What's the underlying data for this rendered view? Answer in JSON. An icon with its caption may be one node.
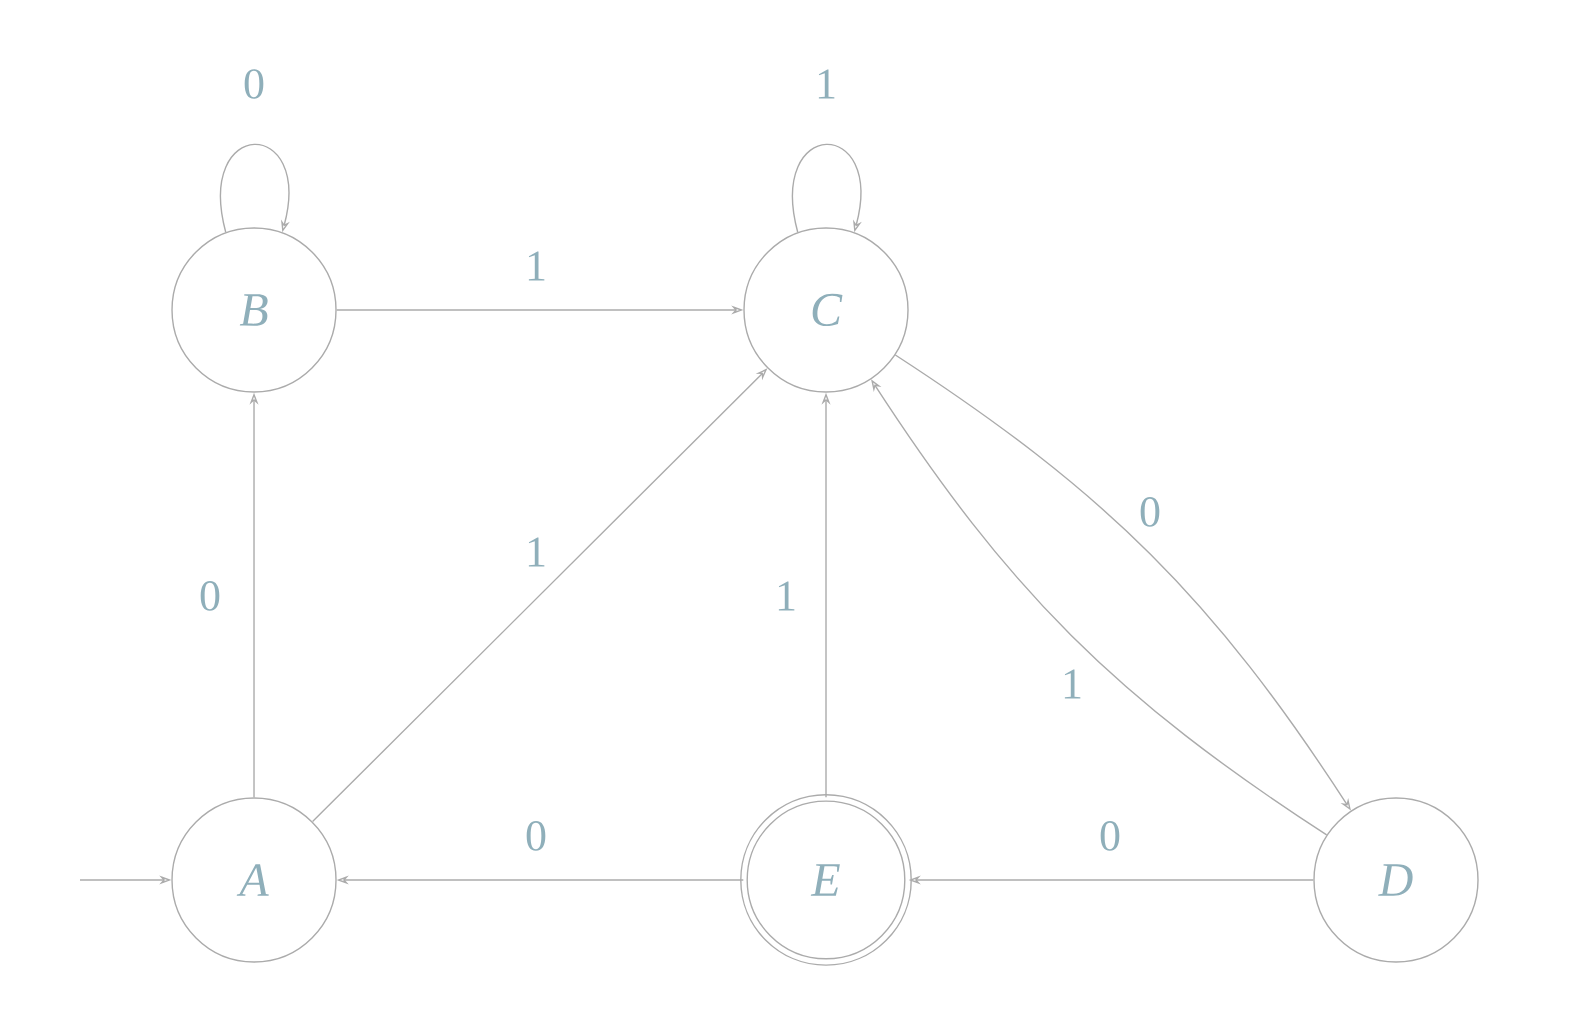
{
  "diagram": {
    "nodes": [
      {
        "text": [
          "B"
        ]
      },
      {
        "text": [
          "C"
        ]
      },
      {
        "text": [
          "A"
        ]
      },
      {
        "text": [
          "E"
        ]
      },
      {
        "text": [
          "D"
        ]
      }
    ],
    "edges": [
      {
        "from": null,
        "to": 2,
        "arrow": "to"
      },
      {
        "from": 0,
        "to": 0,
        "arrow": "to",
        "label": "0"
      },
      {
        "from": 1,
        "to": 1,
        "arrow": "to",
        "label": "1"
      },
      {
        "from": 0,
        "to": 1,
        "arrow": "to",
        "label": "1"
      },
      {
        "from": 2,
        "to": 0,
        "arrow": "to",
        "label": "0"
      },
      {
        "from": 2,
        "to": 1,
        "arrow": "to",
        "label": "1"
      },
      {
        "from": 3,
        "to": 1,
        "arrow": "to",
        "label": "1"
      },
      {
        "from": 1,
        "to": 4,
        "arrow": "to",
        "label": "0"
      },
      {
        "from": 4,
        "to": 1,
        "arrow": "to",
        "label": "1"
      },
      {
        "from": 3,
        "to": 2,
        "arrow": "to",
        "label": "0"
      },
      {
        "from": 4,
        "to": 3,
        "arrow": "to",
        "label": "0"
      }
    ]
  }
}
